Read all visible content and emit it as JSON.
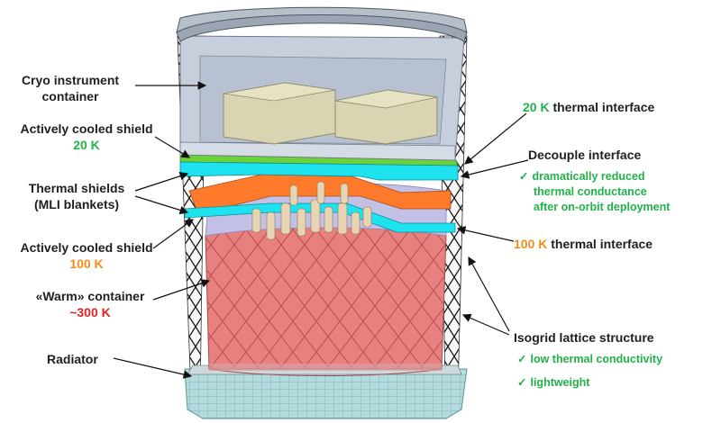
{
  "labels": {
    "cryo_container": [
      "Cryo instrument",
      "container"
    ],
    "shield_20k_title": "Actively cooled shield",
    "shield_20k_temp": "20 K",
    "thermal_shields": [
      "Thermal shields",
      "(MLI blankets)"
    ],
    "shield_100k_title": "Actively cooled shield",
    "shield_100k_temp": "100 K",
    "warm_container_title": "«Warm» container",
    "warm_container_temp": "~300 K",
    "radiator": "Radiator",
    "interface_20k_temp": "20 K",
    "interface_20k_text": "thermal interface",
    "decouple_title": "Decouple interface",
    "decouple_points": [
      "dramatically reduced",
      "thermal conductance",
      "after on-orbit deployment"
    ],
    "interface_100k_temp": "100 K",
    "interface_100k_text": "thermal interface",
    "isogrid_title": "Isogrid lattice structure",
    "isogrid_points": [
      "low thermal conductivity",
      "lightweight"
    ],
    "check_mark": "✓"
  },
  "colors": {
    "green_20k": "#21b24a",
    "orange_100k": "#f08c18",
    "red_300k": "#e52020",
    "shield_cyan": "#1ee3ee",
    "shield_orange": "#ff7a2a",
    "warm_pink": "#e87878",
    "cryo_grey": "#c7cfdc",
    "instrument_box": "#d9d5b2",
    "radiator_teal": "#a9d4d8",
    "lattice": "#1c1c1c"
  }
}
